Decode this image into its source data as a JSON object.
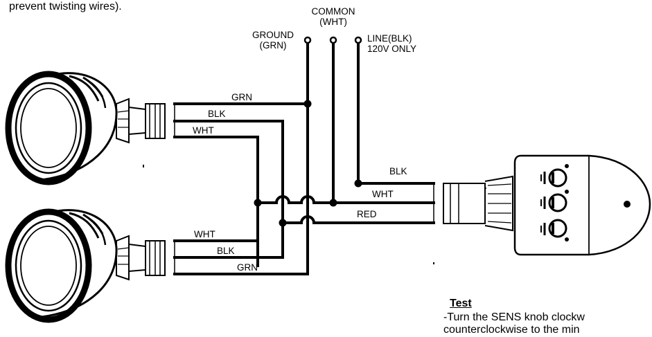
{
  "intro_text": "prevent twisting wires).",
  "terminals": {
    "ground": [
      "GROUND",
      "(GRN)"
    ],
    "common": [
      "COMMON",
      "(WHT)"
    ],
    "line": [
      "LINE(BLK)",
      "120V ONLY"
    ]
  },
  "wire_labels": {
    "top_grn": "GRN",
    "top_blk": "BLK",
    "top_wht": "WHT",
    "bot_wht": "WHT",
    "bot_blk": "BLK",
    "bot_grn": "GRN",
    "sensor_blk": "BLK",
    "sensor_wht": "WHT",
    "sensor_red": "RED"
  },
  "test": {
    "title": "Test",
    "line1": "-Turn the SENS knob clockw",
    "line2": "counterclockwise to the min"
  },
  "colors": {
    "line": "#000000",
    "fill": "#ffffff"
  },
  "icons": [
    "lamp-fixture-icon",
    "motion-sensor-icon",
    "adjustment-knob-icon",
    "terminal-post-icon"
  ]
}
